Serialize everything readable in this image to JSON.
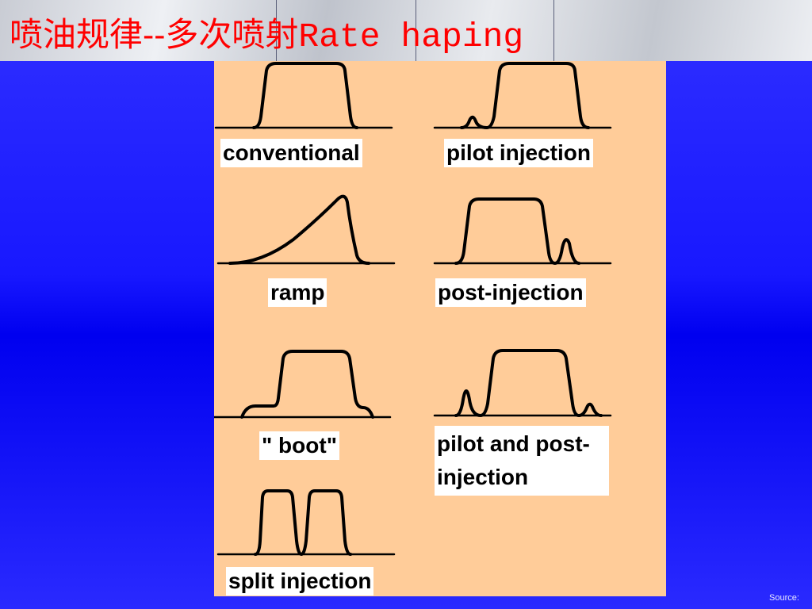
{
  "slide": {
    "title_cn": "喷油规律--多次喷射",
    "title_en": "Rate haping",
    "source": "Source:"
  },
  "diagram": {
    "injection_strategies": [
      {
        "id": "conventional",
        "label": "conventional"
      },
      {
        "id": "pilot",
        "label": "pilot injection"
      },
      {
        "id": "ramp",
        "label": "ramp"
      },
      {
        "id": "post",
        "label": "post-injection"
      },
      {
        "id": "boot",
        "label": "\" boot\""
      },
      {
        "id": "pilot-post",
        "label": "pilot and post-injection"
      },
      {
        "id": "split",
        "label": "split injection"
      }
    ]
  },
  "colors": {
    "title": "#ff0000",
    "panel": "#ffcc99",
    "background": "#2020ff",
    "curve": "#000000"
  }
}
